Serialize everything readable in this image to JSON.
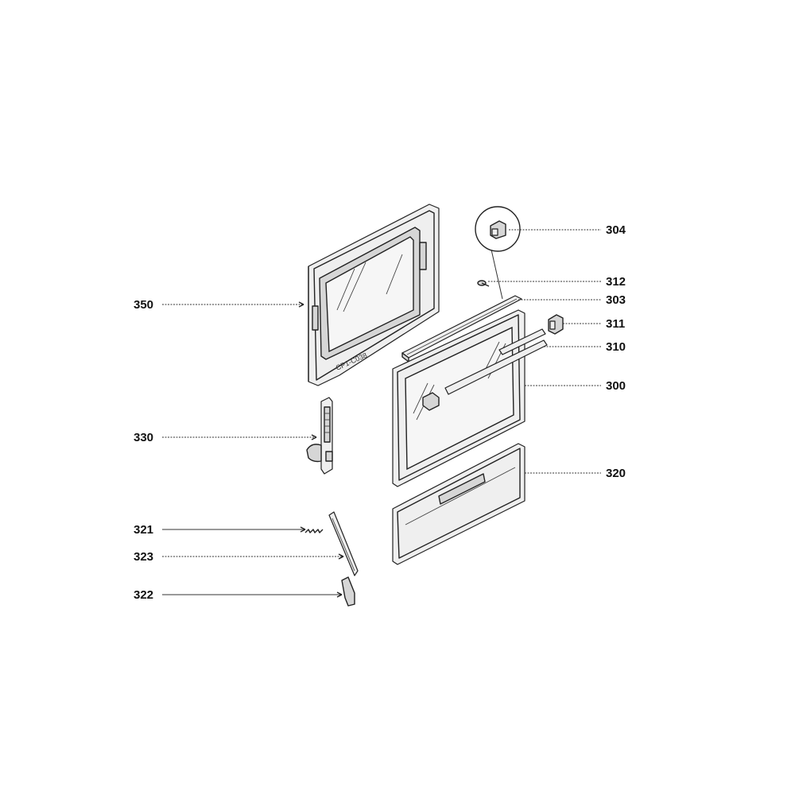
{
  "diagram": {
    "parts": [
      {
        "id": "p304",
        "callout": "304"
      },
      {
        "id": "p312",
        "callout": "312"
      },
      {
        "id": "p303",
        "callout": "303"
      },
      {
        "id": "p311",
        "callout": "311"
      },
      {
        "id": "p310",
        "callout": "310"
      },
      {
        "id": "p300",
        "callout": "300"
      },
      {
        "id": "p320",
        "callout": "320"
      },
      {
        "id": "p350",
        "callout": "350"
      },
      {
        "id": "p330",
        "callout": "330"
      },
      {
        "id": "p321",
        "callout": "321"
      },
      {
        "id": "p323",
        "callout": "323"
      },
      {
        "id": "p322",
        "callout": "322"
      }
    ],
    "stamp": "CP1-C038"
  }
}
